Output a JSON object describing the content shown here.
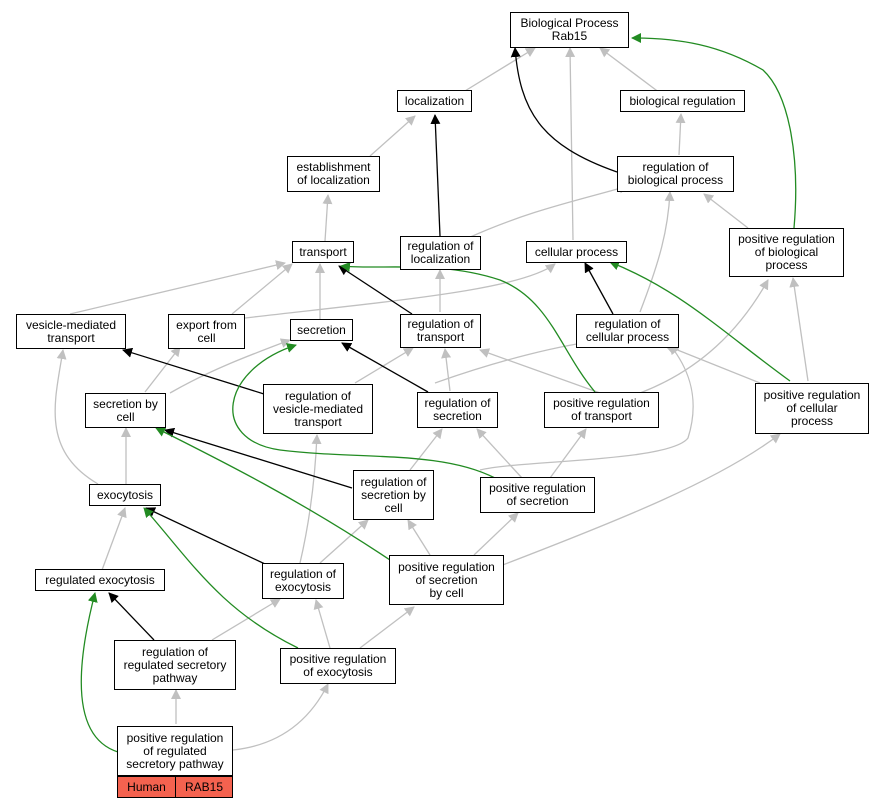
{
  "nodes": {
    "bp": "Biological Process\nRab15",
    "localization": "localization",
    "bioreg": "biological regulation",
    "establish": "establishment\nof localization",
    "regbio": "regulation of\nbiological process",
    "transport": "transport",
    "regloc": "regulation of\nlocalization",
    "cellproc": "cellular process",
    "posregbio": "positive regulation\nof biological\nprocess",
    "vesicle": "vesicle-mediated\ntransport",
    "export": "export from\ncell",
    "secretion": "secretion",
    "regtransport": "regulation of\ntransport",
    "regcell": "regulation of\ncellular process",
    "secbycell": "secretion by\ncell",
    "regves": "regulation of\nvesicle-mediated\ntransport",
    "regsec": "regulation of\nsecretion",
    "posregtransport": "positive regulation\nof transport",
    "posregcell": "positive regulation\nof cellular\nprocess",
    "exocytosis": "exocytosis",
    "regsecbycell": "regulation of\nsecretion by\ncell",
    "posregsec": "positive regulation\nof secretion",
    "regexo": "regulated exocytosis",
    "regofexo": "regulation of\nexocytosis",
    "posregsecbycell": "positive regulation\nof secretion\nby cell",
    "regregsec": "regulation of\nregulated secretory\npathway",
    "posregexo": "positive regulation\nof exocytosis",
    "posregregsec": "positive regulation\nof regulated\nsecretory pathway"
  },
  "badges": {
    "species": "Human",
    "gene": "RAB15"
  },
  "colors": {
    "is_a": "#c0c0c0",
    "regulates": "#000000",
    "positively_regulates": "#228b22",
    "badge": "#f4624f"
  }
}
